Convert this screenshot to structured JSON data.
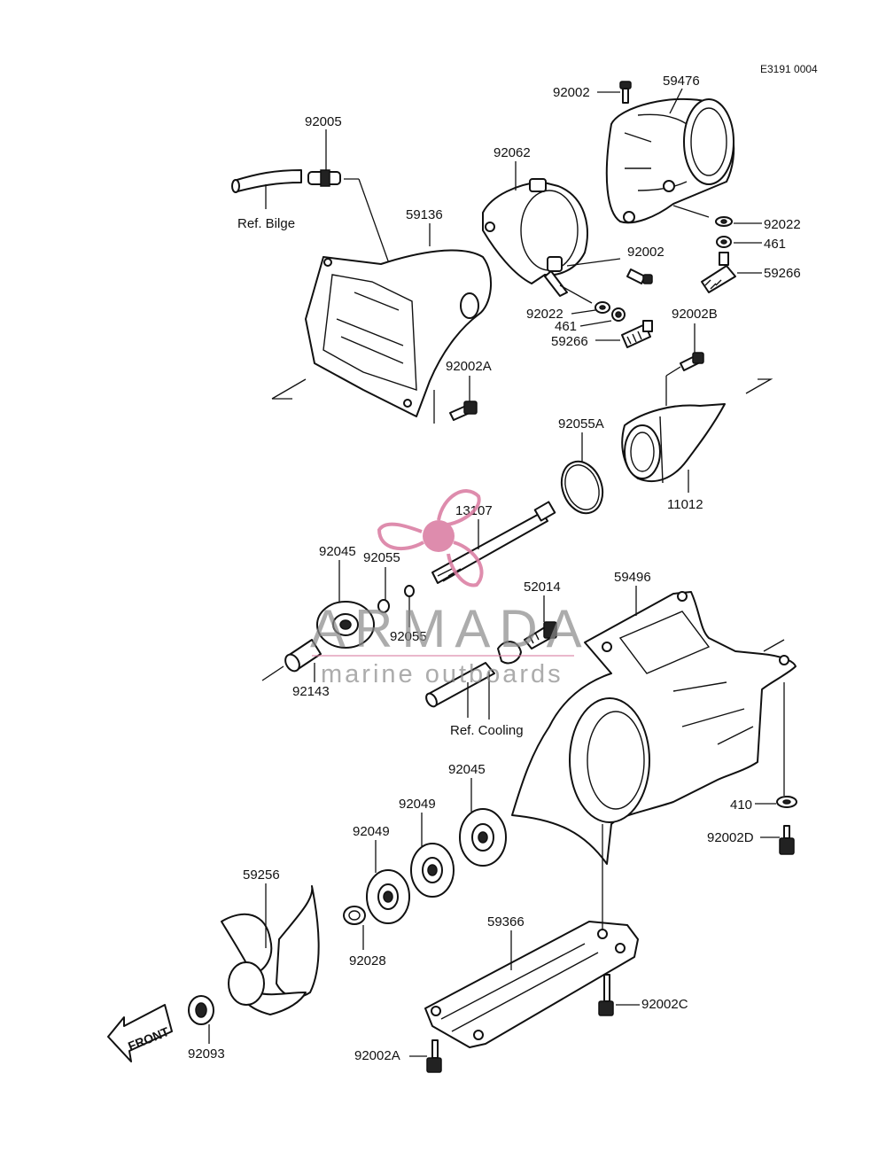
{
  "diagram_code": "E3191 0004",
  "labels": {
    "p92002_top": "92002",
    "p59476": "59476",
    "p92005": "92005",
    "p92062": "92062",
    "ref_bilge": "Ref. Bilge",
    "p59136": "59136",
    "p92022_r": "92022",
    "p461_r": "461",
    "p92002_mid": "92002",
    "p59266_r": "59266",
    "p92022_c": "92022",
    "p461_c": "461",
    "p59266_c": "59266",
    "p92002B": "92002B",
    "p92002A_top": "92002A",
    "p92055A": "92055A",
    "p11012": "11012",
    "p13107": "13107",
    "p92045_l": "92045",
    "p92055_a": "92055",
    "p92055_b": "92055",
    "p52014": "52014",
    "p59496": "59496",
    "p92143": "92143",
    "ref_cooling": "Ref. Cooling",
    "p92045_m": "92045",
    "p92049_a": "92049",
    "p92049_b": "92049",
    "p410": "410",
    "p92002D": "92002D",
    "p59256": "59256",
    "p59366": "59366",
    "p92028": "92028",
    "p92002C": "92002C",
    "p92093": "92093",
    "p92002A_bot": "92002A",
    "front": "FRONT"
  },
  "watermark": {
    "brand": "ARMADA",
    "tagline": "marine outboards",
    "logo_icon": "propeller-icon",
    "logo_color": "#d9799f",
    "brand_color": "#8a8a8a"
  }
}
